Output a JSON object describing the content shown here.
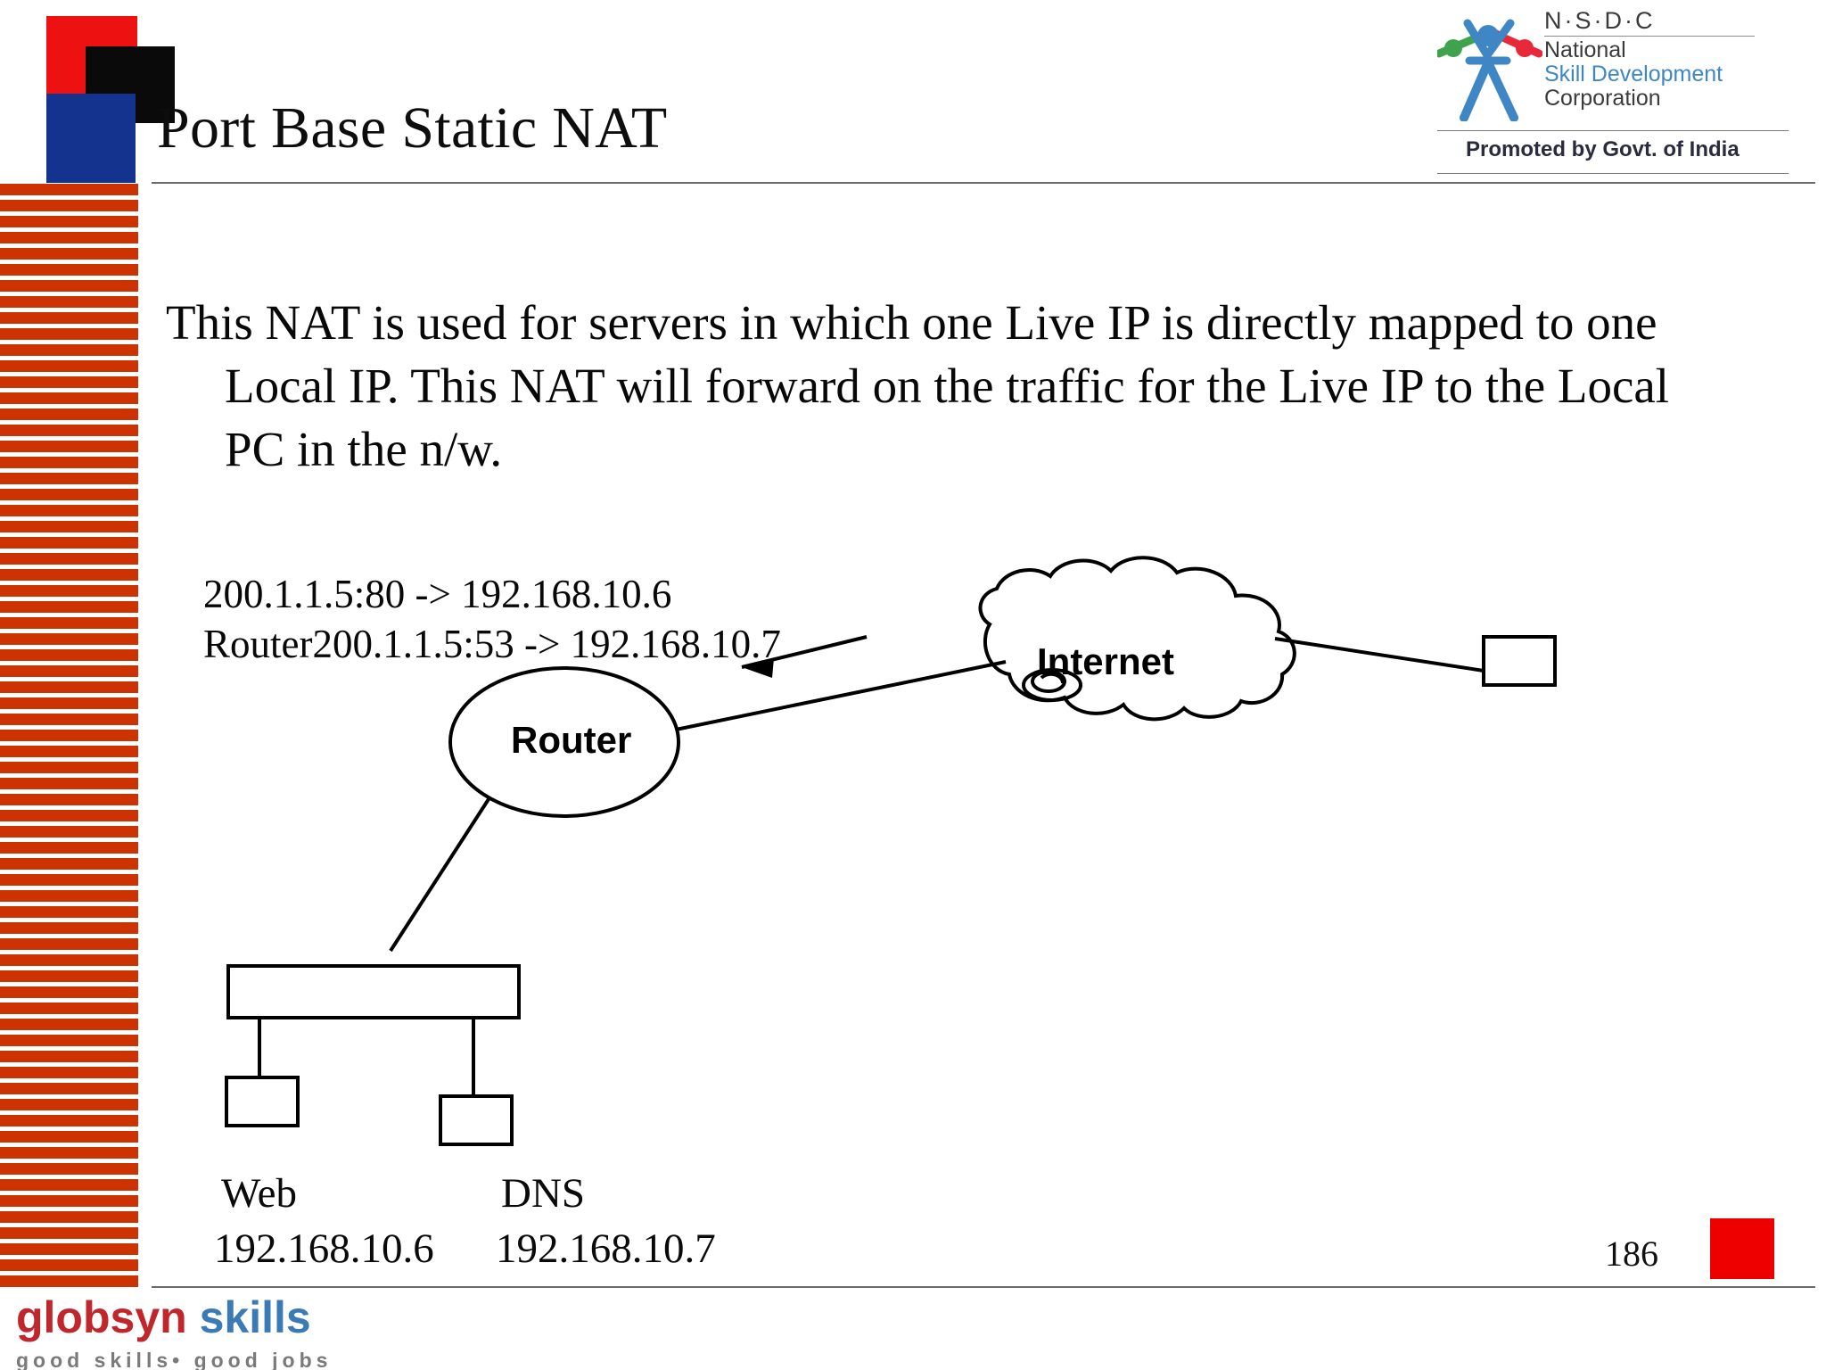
{
  "slide": {
    "title": "Port Base Static NAT",
    "page_number": "186",
    "body_line1": "This NAT is used for servers in which one Live IP is directly mapped to one",
    "body_line2": "Local IP. This NAT will forward on the traffic for the Live IP to the Local",
    "body_line3": "PC in the n/w."
  },
  "nat_mapping": {
    "line1": "200.1.1.5:80 -> 192.168.10.6",
    "line2": "Router200.1.1.5:53 -> 192.168.10.7"
  },
  "diagram": {
    "router_label": "Router",
    "internet_label": "Internet",
    "web_label": "Web",
    "web_ip": "192.168.10.6",
    "dns_label": "DNS",
    "dns_ip": "192.168.10.7"
  },
  "nsdc": {
    "acronym": "N·S·D·C",
    "line_national": "National",
    "line_skill": "Skill Development",
    "line_corporation": "Corporation",
    "promoted": "Promoted by Govt. of India"
  },
  "globsyn": {
    "word1": "globsyn",
    "word2": "skills",
    "tagline": "good skills• good jobs"
  },
  "colors": {
    "stripe": "#CC3300",
    "deco_red": "#EE1111",
    "deco_black": "#0A0A0A",
    "deco_blue": "#14338E",
    "red_box": "#EE0000",
    "nsdc_blue": "#3F86C4",
    "globsyn_red": "#C0272D",
    "globsyn_blue": "#3B7BB5"
  }
}
